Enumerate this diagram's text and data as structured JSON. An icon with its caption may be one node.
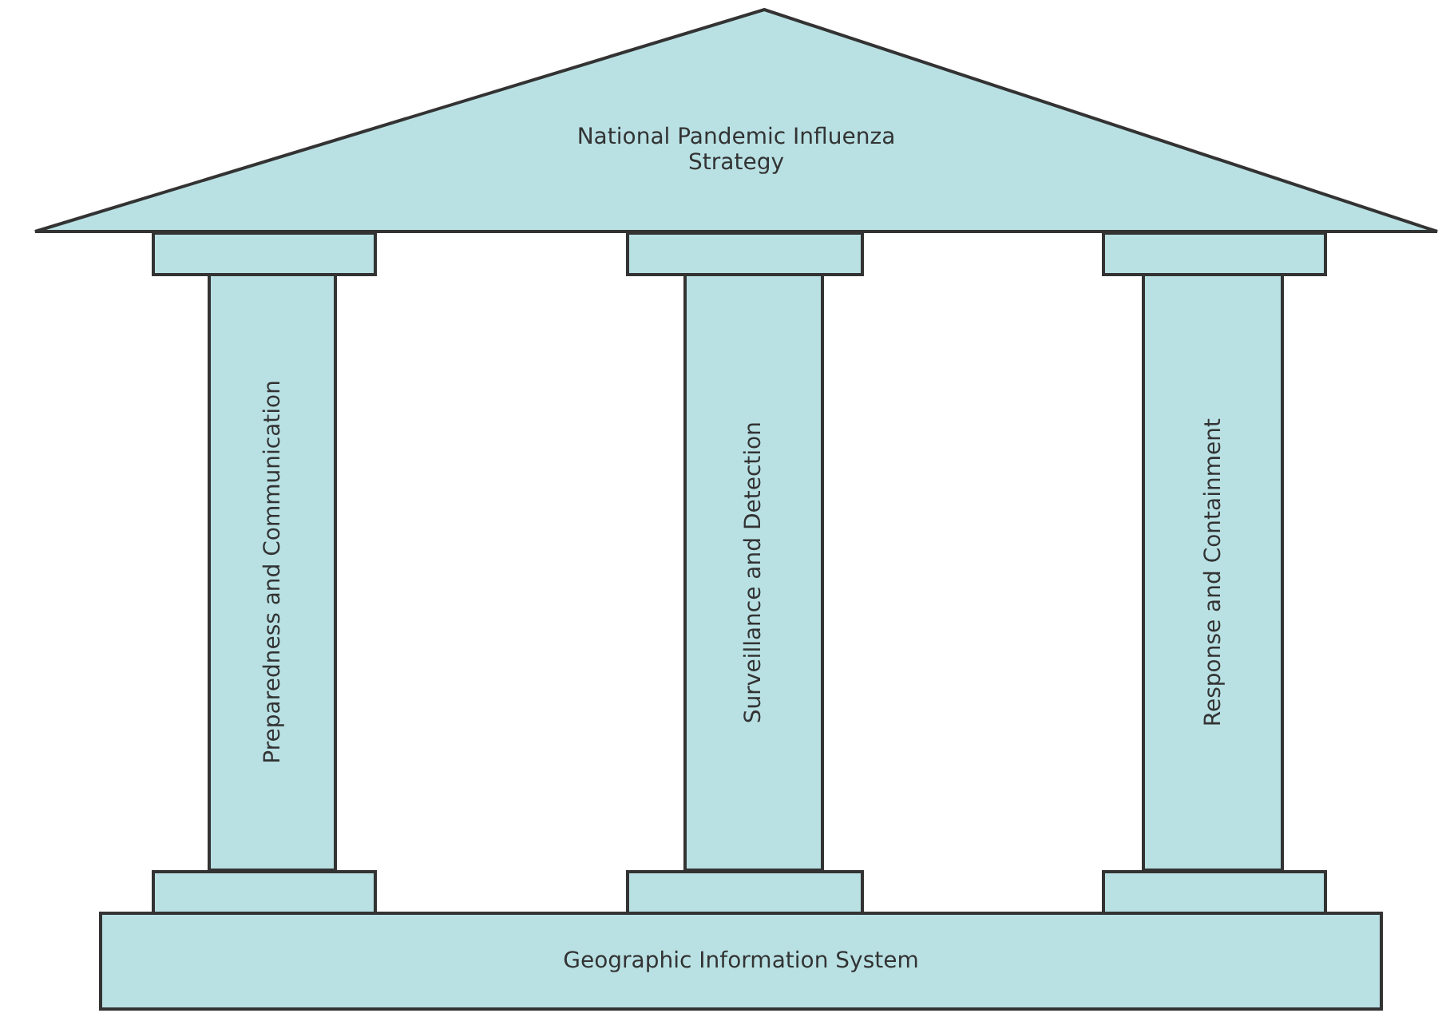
{
  "diagram": {
    "nodes": [
      {
        "text": [
          "National Pandemic Influenza Strategy"
        ]
      },
      {
        "text": [],
        "shape": "box"
      },
      {
        "text": [],
        "shape": "box"
      },
      {
        "text": [],
        "shape": "box"
      },
      {
        "text": [
          "Preparedness and Communication"
        ]
      },
      {
        "text": [
          "Surveillance and Detection"
        ]
      },
      {
        "text": [
          "Response and Containment"
        ]
      },
      {
        "text": [],
        "shape": "box"
      },
      {
        "text": [],
        "shape": "box"
      },
      {
        "text": [],
        "shape": "box"
      },
      {
        "text": [
          "Geographic Information System"
        ]
      }
    ]
  }
}
